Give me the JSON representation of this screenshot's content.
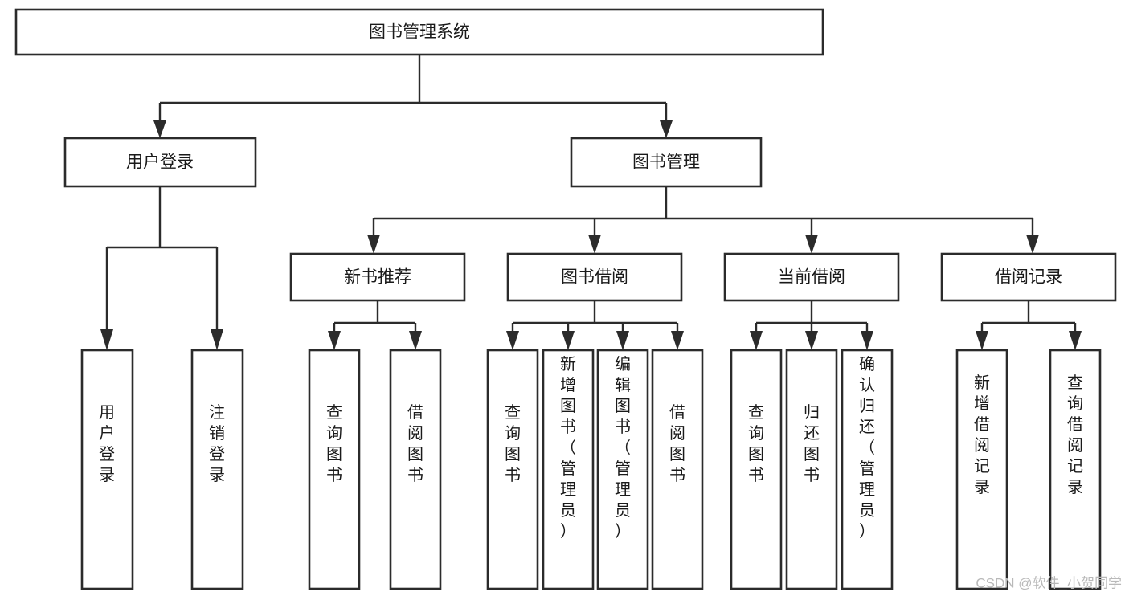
{
  "diagram": {
    "title": "图书管理系统",
    "type": "tree",
    "orientation": "top-down",
    "theme": {
      "background": "#ffffff",
      "node_fill": "#ffffff",
      "node_stroke": "#2b2b2b",
      "connector": "#2b2b2b",
      "text": "#1a1a1a",
      "watermark": "#b9b9b9"
    },
    "root": {
      "id": "root",
      "label": "图书管理系统"
    },
    "level2": [
      {
        "id": "user-login",
        "label": "用户登录"
      },
      {
        "id": "book-manage",
        "label": "图书管理"
      }
    ],
    "level3": [
      {
        "id": "new-book-recommend",
        "label": "新书推荐",
        "parent": "book-manage"
      },
      {
        "id": "book-borrow",
        "label": "图书借阅",
        "parent": "book-manage"
      },
      {
        "id": "current-borrow",
        "label": "当前借阅",
        "parent": "book-manage"
      },
      {
        "id": "borrow-record",
        "label": "借阅记录",
        "parent": "book-manage"
      }
    ],
    "leaves": {
      "user-login": [
        {
          "id": "leaf-user-login",
          "label": "用户登录"
        },
        {
          "id": "leaf-user-logout",
          "label": "注销登录"
        }
      ],
      "new-book-recommend": [
        {
          "id": "leaf-query-book-1",
          "label": "查询图书"
        },
        {
          "id": "leaf-borrow-book-1",
          "label": "借阅图书"
        }
      ],
      "book-borrow": [
        {
          "id": "leaf-query-book-2",
          "label": "查询图书"
        },
        {
          "id": "leaf-add-book",
          "label": "新增图书（管理员）"
        },
        {
          "id": "leaf-edit-book",
          "label": "编辑图书（管理员）"
        },
        {
          "id": "leaf-borrow-book-2",
          "label": "借阅图书"
        }
      ],
      "current-borrow": [
        {
          "id": "leaf-query-book-3",
          "label": "查询图书"
        },
        {
          "id": "leaf-return-book",
          "label": "归还图书"
        },
        {
          "id": "leaf-confirm-return",
          "label": "确认归还（管理员）"
        }
      ],
      "borrow-record": [
        {
          "id": "leaf-add-record",
          "label": "新增借阅记录"
        },
        {
          "id": "leaf-query-record",
          "label": "查询借阅记录"
        }
      ]
    }
  },
  "watermark": {
    "label": "CSDN @软件_小贺同学"
  }
}
